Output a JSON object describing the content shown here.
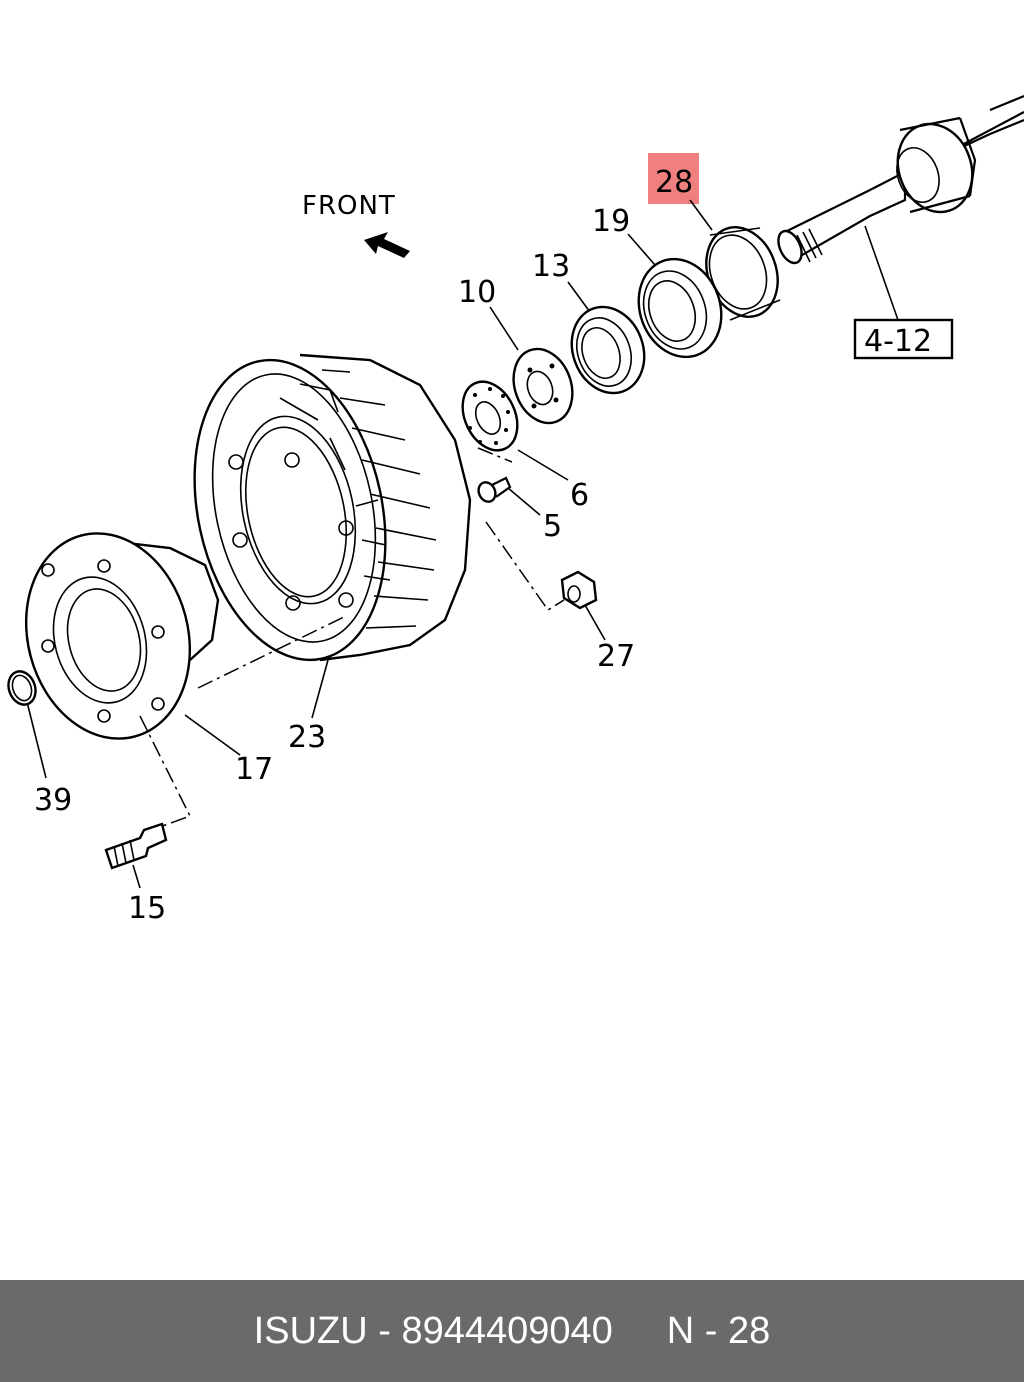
{
  "diagram": {
    "direction_label": "FRONT",
    "reference_label": "4-12",
    "highlight_color": "#f08080",
    "highlighted_callout": "28",
    "callouts": {
      "c28": "28",
      "c19": "19",
      "c13": "13",
      "c10": "10",
      "c6": "6",
      "c5": "5",
      "c27": "27",
      "c23": "23",
      "c17": "17",
      "c39": "39",
      "c15": "15"
    }
  },
  "footer": {
    "brand": "ISUZU",
    "separator": " - ",
    "part_number": "8944409040",
    "ref_prefix": "N",
    "ref_separator": " - ",
    "ref_number": "28",
    "background_color": "#6a6a6a"
  }
}
